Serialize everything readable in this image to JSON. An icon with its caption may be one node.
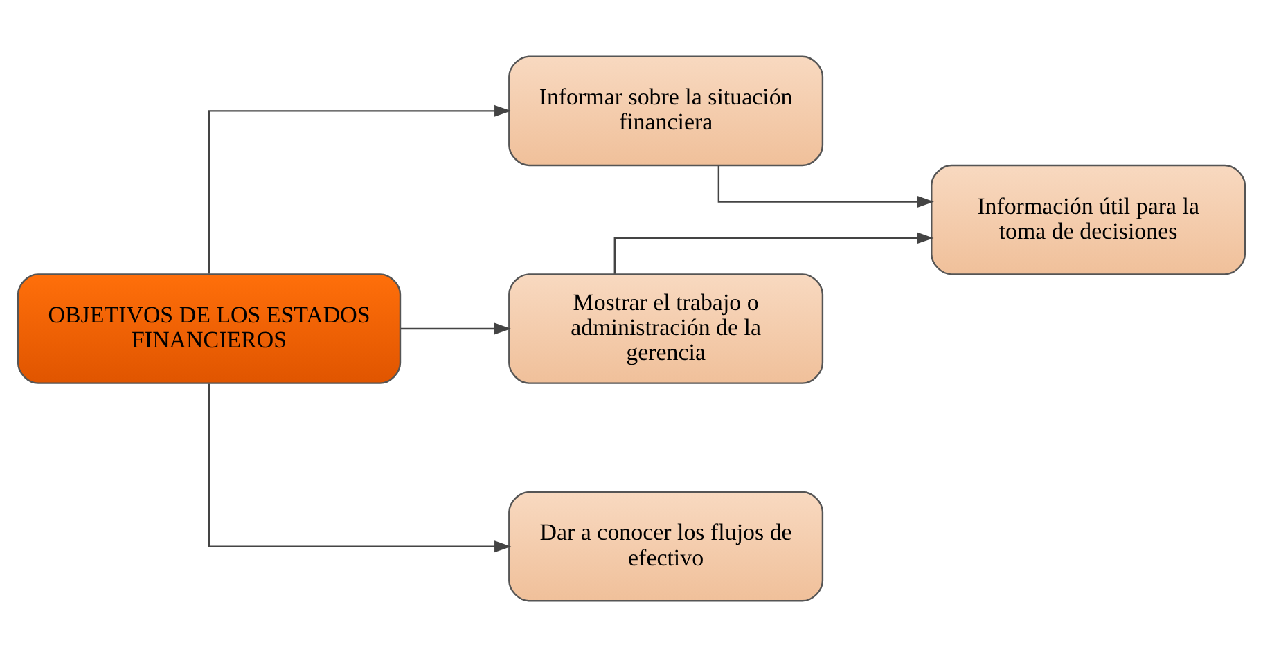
{
  "diagram": {
    "nodes": [
      {
        "text": [
          "OBJETIVOS DE LOS ESTADOS FINANCIEROS"
        ]
      },
      {
        "text": [
          "Informar sobre la situación financiera"
        ]
      },
      {
        "text": [
          "Mostrar el trabajo o administración de la gerencia"
        ]
      },
      {
        "text": [
          "Dar a conocer los flujos de efectivo"
        ]
      },
      {
        "text": [
          "Información útil para la toma de decisiones"
        ]
      }
    ],
    "edges": [
      {
        "from": 0,
        "to": 1,
        "arrow": "to"
      },
      {
        "from": 0,
        "to": 2,
        "arrow": "to"
      },
      {
        "from": 0,
        "to": 3,
        "arrow": "to"
      },
      {
        "from": 1,
        "to": 4,
        "arrow": "to"
      },
      {
        "from": 2,
        "to": 4,
        "arrow": "to"
      }
    ]
  }
}
